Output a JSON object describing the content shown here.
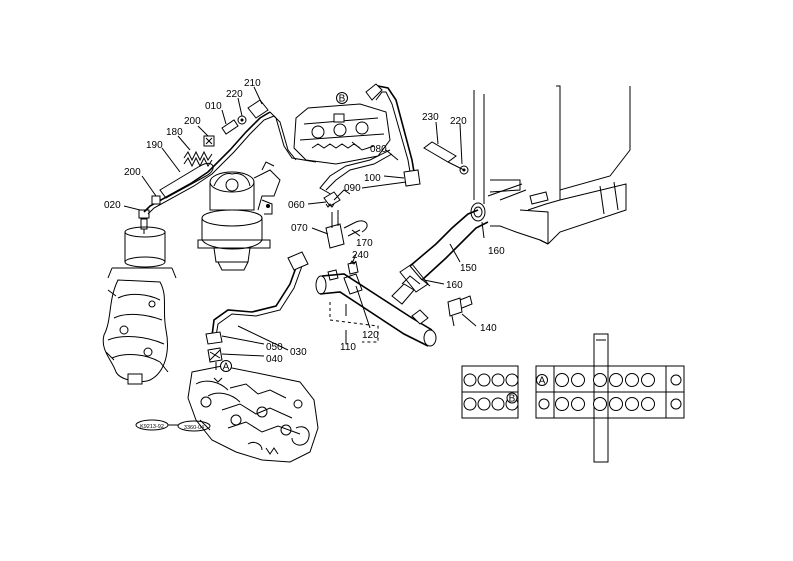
{
  "part_labels": {
    "p210": "210",
    "p220a": "220",
    "p010": "010",
    "p200a": "200",
    "p180": "180",
    "p190": "190",
    "p200b": "200",
    "p020": "020",
    "p230": "230",
    "p220b": "220",
    "pB": "B",
    "p080": "080",
    "p100": "100",
    "p090": "090",
    "p060": "060",
    "p070": "070",
    "p170": "170",
    "p240": "240",
    "p160a": "160",
    "p150": "150",
    "p160b": "160",
    "p140": "140",
    "p120": "120",
    "p110": "110",
    "p050": "050",
    "p040": "040",
    "p030": "030",
    "pA": "A"
  },
  "callouts": {
    "ref_left": "K9213-92",
    "ref_right": "3360-04"
  },
  "valve_labels": {
    "port_a": "A",
    "port_b": "B"
  }
}
